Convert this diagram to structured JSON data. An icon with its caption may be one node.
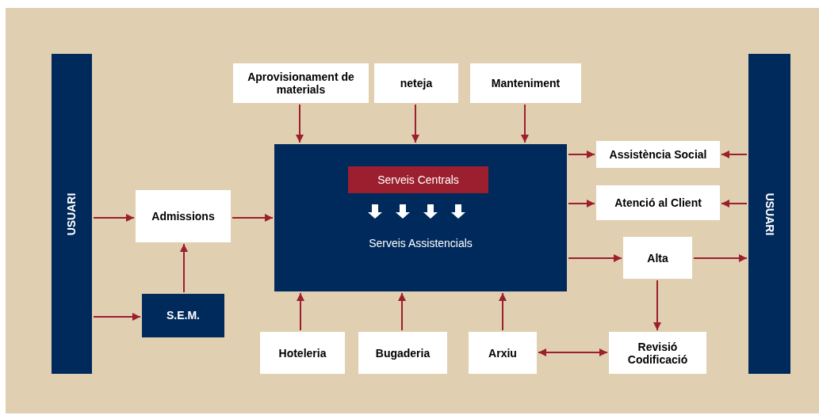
{
  "diagram": {
    "nodes": [
      {
        "text": [
          "USUARI"
        ]
      },
      {
        "text": [
          "Aprovisionament de materials"
        ]
      },
      {
        "text": [
          "neteja"
        ]
      },
      {
        "text": [
          "Manteniment"
        ]
      },
      {
        "text": [
          "Serveis Assistencials"
        ]
      },
      {
        "text": [
          "Serveis Centrals"
        ],
        "in": 4
      },
      {
        "text": [
          "Admissions"
        ]
      },
      {
        "text": [
          "S.E.M."
        ]
      },
      {
        "text": [
          "Assistència Social"
        ]
      },
      {
        "text": [
          "Atenció al Client"
        ]
      },
      {
        "text": [
          "Alta"
        ]
      },
      {
        "text": [
          "Hoteleria"
        ]
      },
      {
        "text": [
          "Bugaderia"
        ]
      },
      {
        "text": [
          "Arxiu"
        ]
      },
      {
        "text": [
          "Revisió Codificació"
        ]
      },
      {
        "text": [
          "USUARI"
        ]
      }
    ],
    "edges": [
      {
        "from": 0,
        "to": 6,
        "arrow": "to"
      },
      {
        "from": 0,
        "to": 7,
        "arrow": "to"
      },
      {
        "from": 7,
        "to": 6,
        "arrow": "to"
      },
      {
        "from": 6,
        "to": 4,
        "arrow": "to"
      },
      {
        "from": 1,
        "to": 4,
        "arrow": "to"
      },
      {
        "from": 2,
        "to": 4,
        "arrow": "to"
      },
      {
        "from": 3,
        "to": 4,
        "arrow": "to"
      },
      {
        "from": 11,
        "to": 4,
        "arrow": "to"
      },
      {
        "from": 12,
        "to": 4,
        "arrow": "to"
      },
      {
        "from": 13,
        "to": 4,
        "arrow": "to"
      },
      {
        "from": 4,
        "to": 8,
        "arrow": "to"
      },
      {
        "from": 4,
        "to": 9,
        "arrow": "to"
      },
      {
        "from": 4,
        "to": 10,
        "arrow": "to"
      },
      {
        "from": 15,
        "to": 8,
        "arrow": "to"
      },
      {
        "from": 15,
        "to": 9,
        "arrow": "to"
      },
      {
        "from": 10,
        "to": 15,
        "arrow": "to"
      },
      {
        "from": 10,
        "to": 14,
        "arrow": "to"
      },
      {
        "from": 13,
        "to": 14,
        "arrow": "both"
      }
    ]
  }
}
